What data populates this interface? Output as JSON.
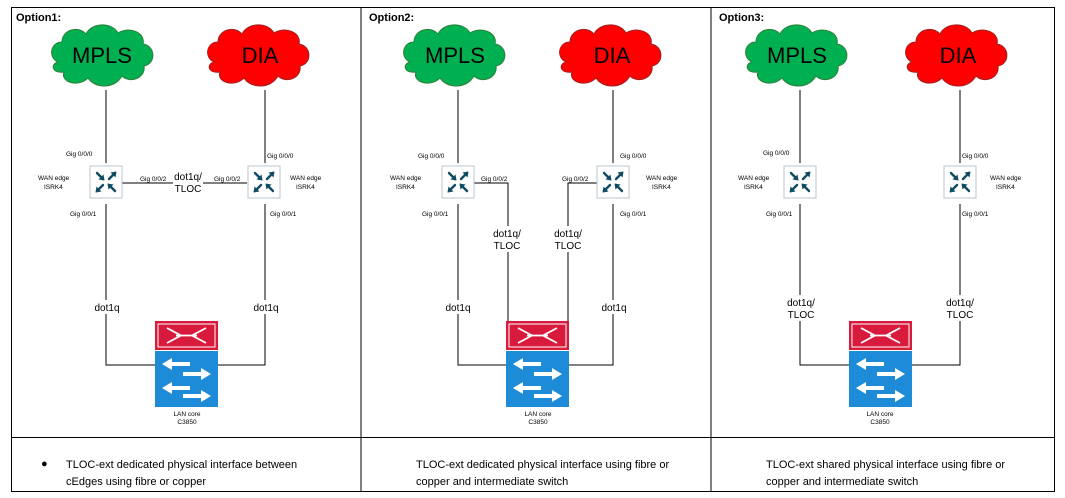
{
  "panels": [
    {
      "title": "Option1:",
      "cloud_left": "MPLS",
      "cloud_right": "DIA",
      "left_edge": {
        "name": "WAN edge",
        "model": "ISRK4",
        "port_top": "Gig 0/0/0",
        "port_side": "Gig 0/0/2",
        "port_bottom": "Gig 0/0/1"
      },
      "right_edge": {
        "name": "WAN edge",
        "model": "ISRK4",
        "port_top": "Gig 0/0/0",
        "port_side": "Gig 0/0/2",
        "port_bottom": "Gig 0/0/1"
      },
      "middle_label_line1": "dot1q/",
      "middle_label_line2": "TLOC",
      "left_link_label": "dot1q",
      "right_link_label": "dot1q",
      "core": {
        "name": "LAN core",
        "model": "C3850"
      },
      "caption": "TLOC-ext dedicated physical interface between cEdges using fibre or copper"
    },
    {
      "title": "Option2:",
      "cloud_left": "MPLS",
      "cloud_right": "DIA",
      "left_edge": {
        "name": "WAN edge",
        "model": "ISRK4",
        "port_top": "Gig 0/0/0",
        "port_side": "Gig 0/0/2",
        "port_bottom": "Gig 0/0/1"
      },
      "right_edge": {
        "name": "WAN edge",
        "model": "ISRK4",
        "port_top": "Gig 0/0/0",
        "port_side": "Gig 0/0/2",
        "port_bottom": "Gig 0/0/1"
      },
      "inner_left_label_line1": "dot1q/",
      "inner_left_label_line2": "TLOC",
      "inner_right_label_line1": "dot1q/",
      "inner_right_label_line2": "TLOC",
      "left_link_label": "dot1q",
      "right_link_label": "dot1q",
      "core": {
        "name": "LAN core",
        "model": "C3850"
      },
      "caption": "TLOC-ext dedicated physical interface using fibre or copper and intermediate switch"
    },
    {
      "title": "Option3:",
      "cloud_left": "MPLS",
      "cloud_right": "DIA",
      "left_edge": {
        "name": "WAN edge",
        "model": "ISRK4",
        "port_top": "Gig 0/0/0",
        "port_bottom": "Gig 0/0/1"
      },
      "right_edge": {
        "name": "WAN edge",
        "model": "ISRK4",
        "port_top": "Gig 0/0/0",
        "port_bottom": "Gig 0/0/1"
      },
      "left_link_label_line1": "dot1q/",
      "left_link_label_line2": "TLOC",
      "right_link_label_line1": "dot1q/",
      "right_link_label_line2": "TLOC",
      "core": {
        "name": "LAN core",
        "model": "C3850"
      },
      "caption": "TLOC-ext shared physical interface using fibre or copper and intermediate switch"
    }
  ],
  "colors": {
    "mpls_cloud": "#00b050",
    "dia_cloud": "#ff0000",
    "router": "#0f4c63",
    "switch_l3": "#d81b3c",
    "switch_l2": "#1e8bd8",
    "border": "#000000"
  },
  "icons": [
    "cloud-icon",
    "router-icon",
    "layer3-switch-icon",
    "layer2-switch-icon"
  ]
}
